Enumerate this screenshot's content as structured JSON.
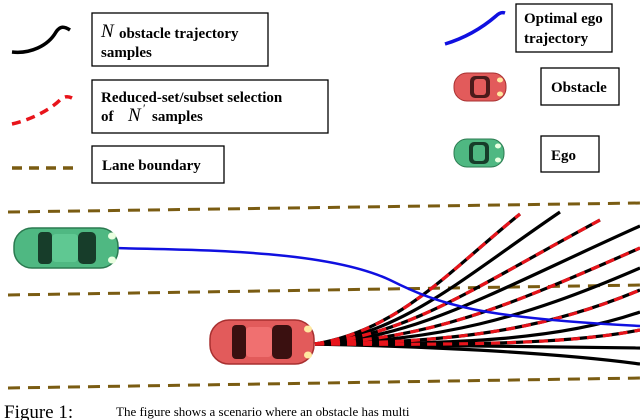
{
  "legend": {
    "n_samples": {
      "symbol": "N",
      "line1": "obstacle trajectory",
      "line2": "samples"
    },
    "reduced_set": {
      "line1": "Reduced-set/subset selection",
      "prefix": "of",
      "symbol": "N",
      "prime": "′",
      "suffix": "samples"
    },
    "lane_boundary": "Lane boundary",
    "optimal_ego": {
      "line1": "Optimal ego",
      "line2": "trajectory"
    },
    "obstacle": "Obstacle",
    "ego": "Ego"
  },
  "caption": {
    "label": "Figure 1:",
    "text": "The figure shows a scenario where an obstacle has multi"
  },
  "colors": {
    "obstacle_samples": "#000000",
    "reduced_samples": "#e8141b",
    "lane_boundary": "#7a5c12",
    "ego_trajectory": "#1010e0",
    "obstacle_car": "#e25b5b",
    "ego_car": "#4fb882"
  }
}
